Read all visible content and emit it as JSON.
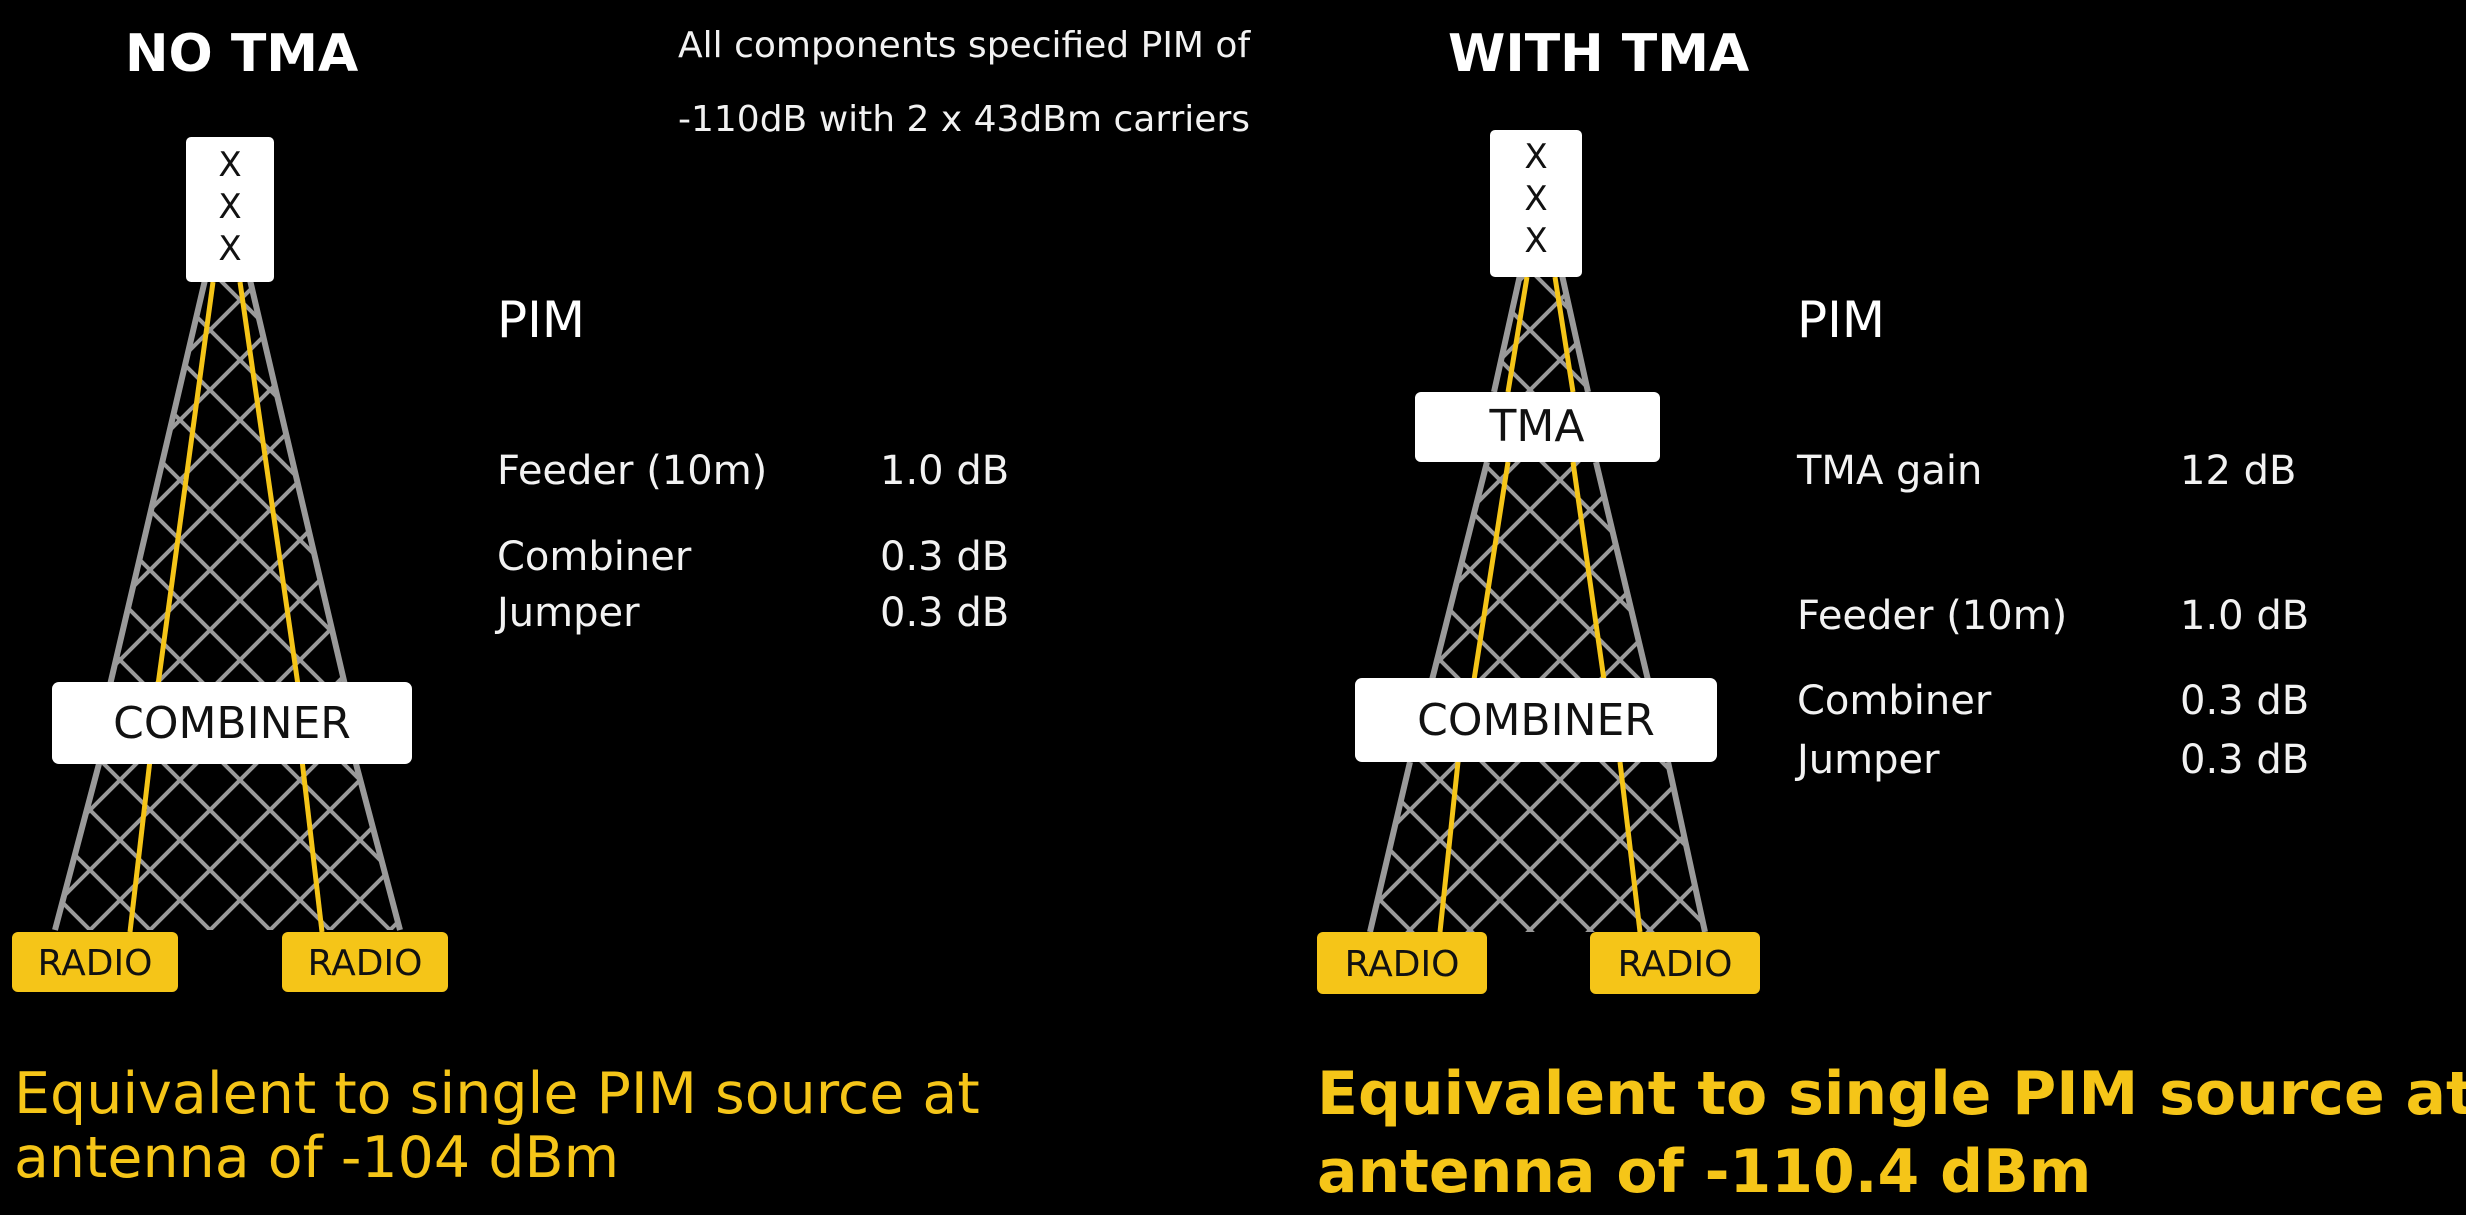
{
  "note": {
    "line1": "All components specified PIM of",
    "line2": "-110dB with 2 x 43dBm carriers"
  },
  "left": {
    "heading": "NO TMA",
    "antenna_marks": [
      "X",
      "X",
      "X"
    ],
    "combiner_label": "COMBINER",
    "radio_labels": [
      "RADIO",
      "RADIO"
    ],
    "pim_title": "PIM",
    "rows": [
      {
        "label": "Feeder (10m)",
        "value": "1.0 dB"
      },
      {
        "label": "Combiner",
        "value": "0.3 dB"
      },
      {
        "label": "Jumper",
        "value": "0.3 dB"
      }
    ],
    "summary_line1": "Equivalent to single PIM source at",
    "summary_line2": "antenna of -104 dBm"
  },
  "right": {
    "heading": "WITH TMA",
    "antenna_marks": [
      "X",
      "X",
      "X"
    ],
    "tma_label": "TMA",
    "combiner_label": "COMBINER",
    "radio_labels": [
      "RADIO",
      "RADIO"
    ],
    "pim_title": "PIM",
    "rows": [
      {
        "label": "TMA gain",
        "value": "12 dB"
      },
      {
        "label": "Feeder (10m)",
        "value": "1.0 dB"
      },
      {
        "label": "Combiner",
        "value": "0.3 dB"
      },
      {
        "label": "Jumper",
        "value": "0.3 dB"
      }
    ],
    "summary_line1": "Equivalent to single PIM source at",
    "summary_line2": "antenna of -110.4 dBm"
  },
  "colors": {
    "background": "#000000",
    "text": "#ffffff",
    "accent_yellow": "#f5c518",
    "lattice_gray": "#9a9a9a",
    "box_fill": "#ffffff",
    "box_text": "#111111"
  }
}
